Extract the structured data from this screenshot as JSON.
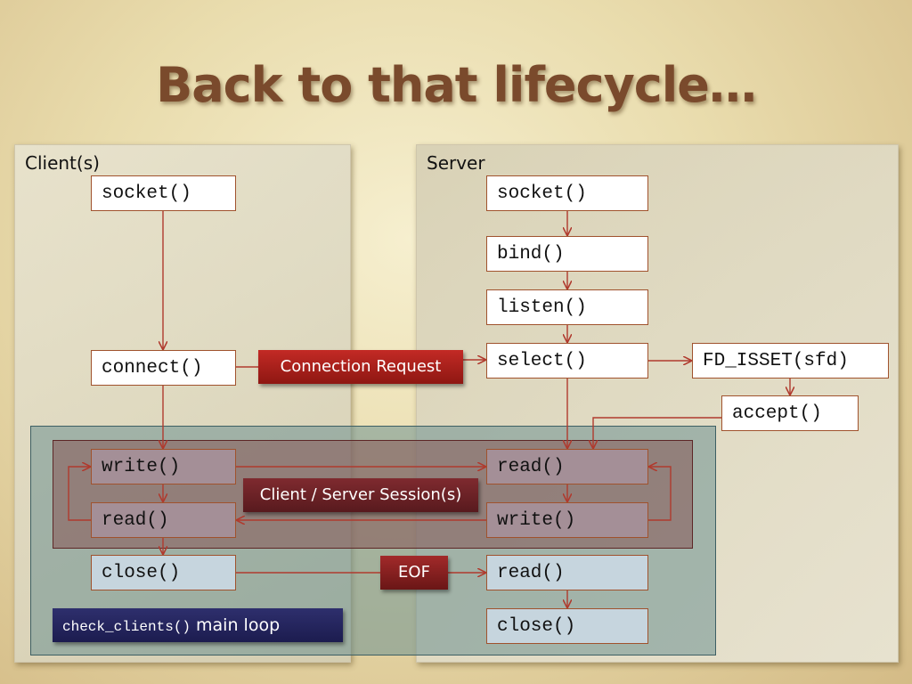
{
  "slide": {
    "title": "Back to that lifecycle…"
  },
  "panels": {
    "client_label": "Client(s)",
    "server_label": "Server"
  },
  "client_boxes": {
    "socket": "socket()",
    "connect": "connect()",
    "write": "write()",
    "read": "read()",
    "close": "close()"
  },
  "server_boxes": {
    "socket": "socket()",
    "bind": "bind()",
    "listen": "listen()",
    "select": "select()",
    "fd_isset": "FD_ISSET(sfd)",
    "accept": "accept()",
    "read": "read()",
    "write": "write()",
    "eof_read": "read()",
    "close": "close()"
  },
  "tags": {
    "connection_request": "Connection Request",
    "session": "Client / Server Session(s)",
    "eof": "EOF"
  },
  "main_loop": {
    "code": "check_clients()",
    "text": "main loop"
  },
  "colors": {
    "arrow": "#b03a2e",
    "box_border": "#a0522d",
    "title": "#7a4a2c"
  }
}
